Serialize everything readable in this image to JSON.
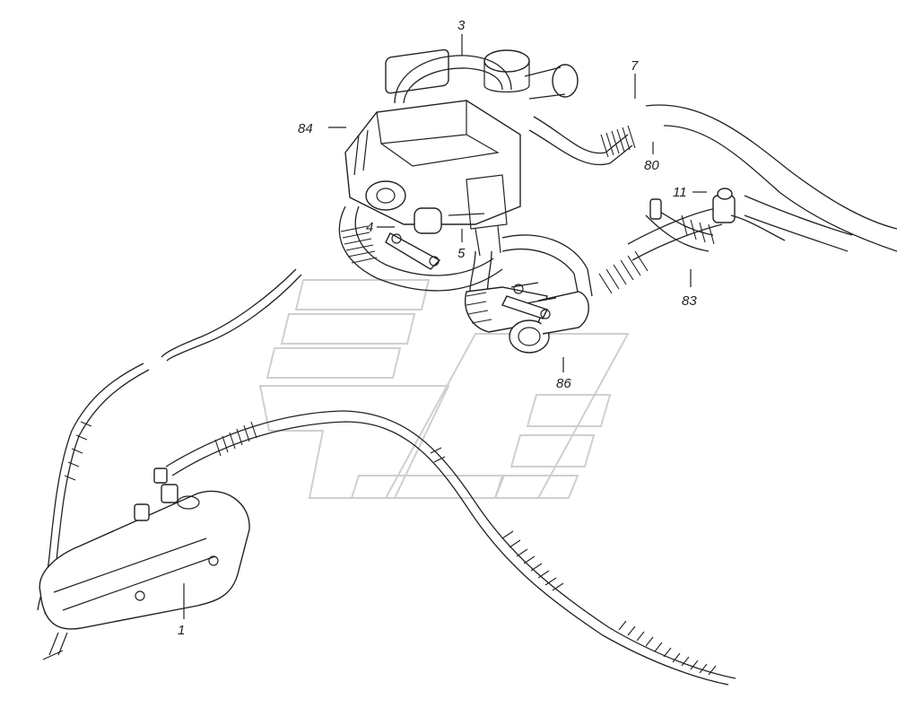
{
  "callouts": {
    "c3": "3",
    "c7": "7",
    "c84": "84",
    "c80": "80",
    "c11": "11",
    "c4": "4",
    "c5": "5",
    "c83": "83",
    "c86": "86",
    "c1": "1"
  }
}
